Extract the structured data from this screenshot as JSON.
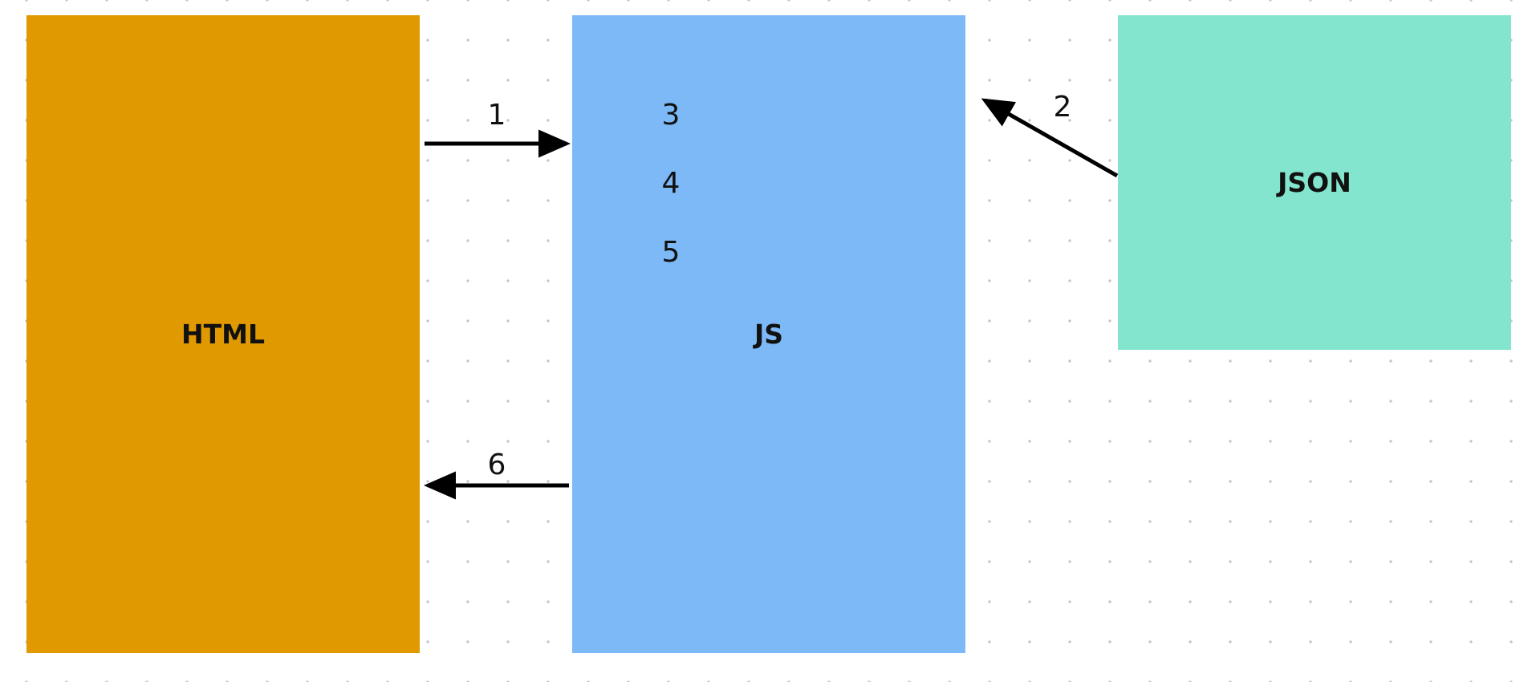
{
  "nodes": {
    "html": {
      "label": "HTML",
      "color": "#e09900"
    },
    "js": {
      "label": "JS",
      "color": "#7db9f7"
    },
    "json": {
      "label": "JSON",
      "color": "#84e5cf"
    }
  },
  "steps": {
    "step1": "1",
    "step2": "2",
    "step3": "3",
    "step4": "4",
    "step5": "5",
    "step6": "6"
  },
  "edges": [
    {
      "from": "html",
      "to": "js",
      "label": "1"
    },
    {
      "from": "json",
      "to": "js",
      "label": "2"
    },
    {
      "from": "js",
      "to": "html",
      "label": "6"
    }
  ],
  "background": {
    "pattern": "dot-grid",
    "dot_color": "#c6c6c6"
  }
}
